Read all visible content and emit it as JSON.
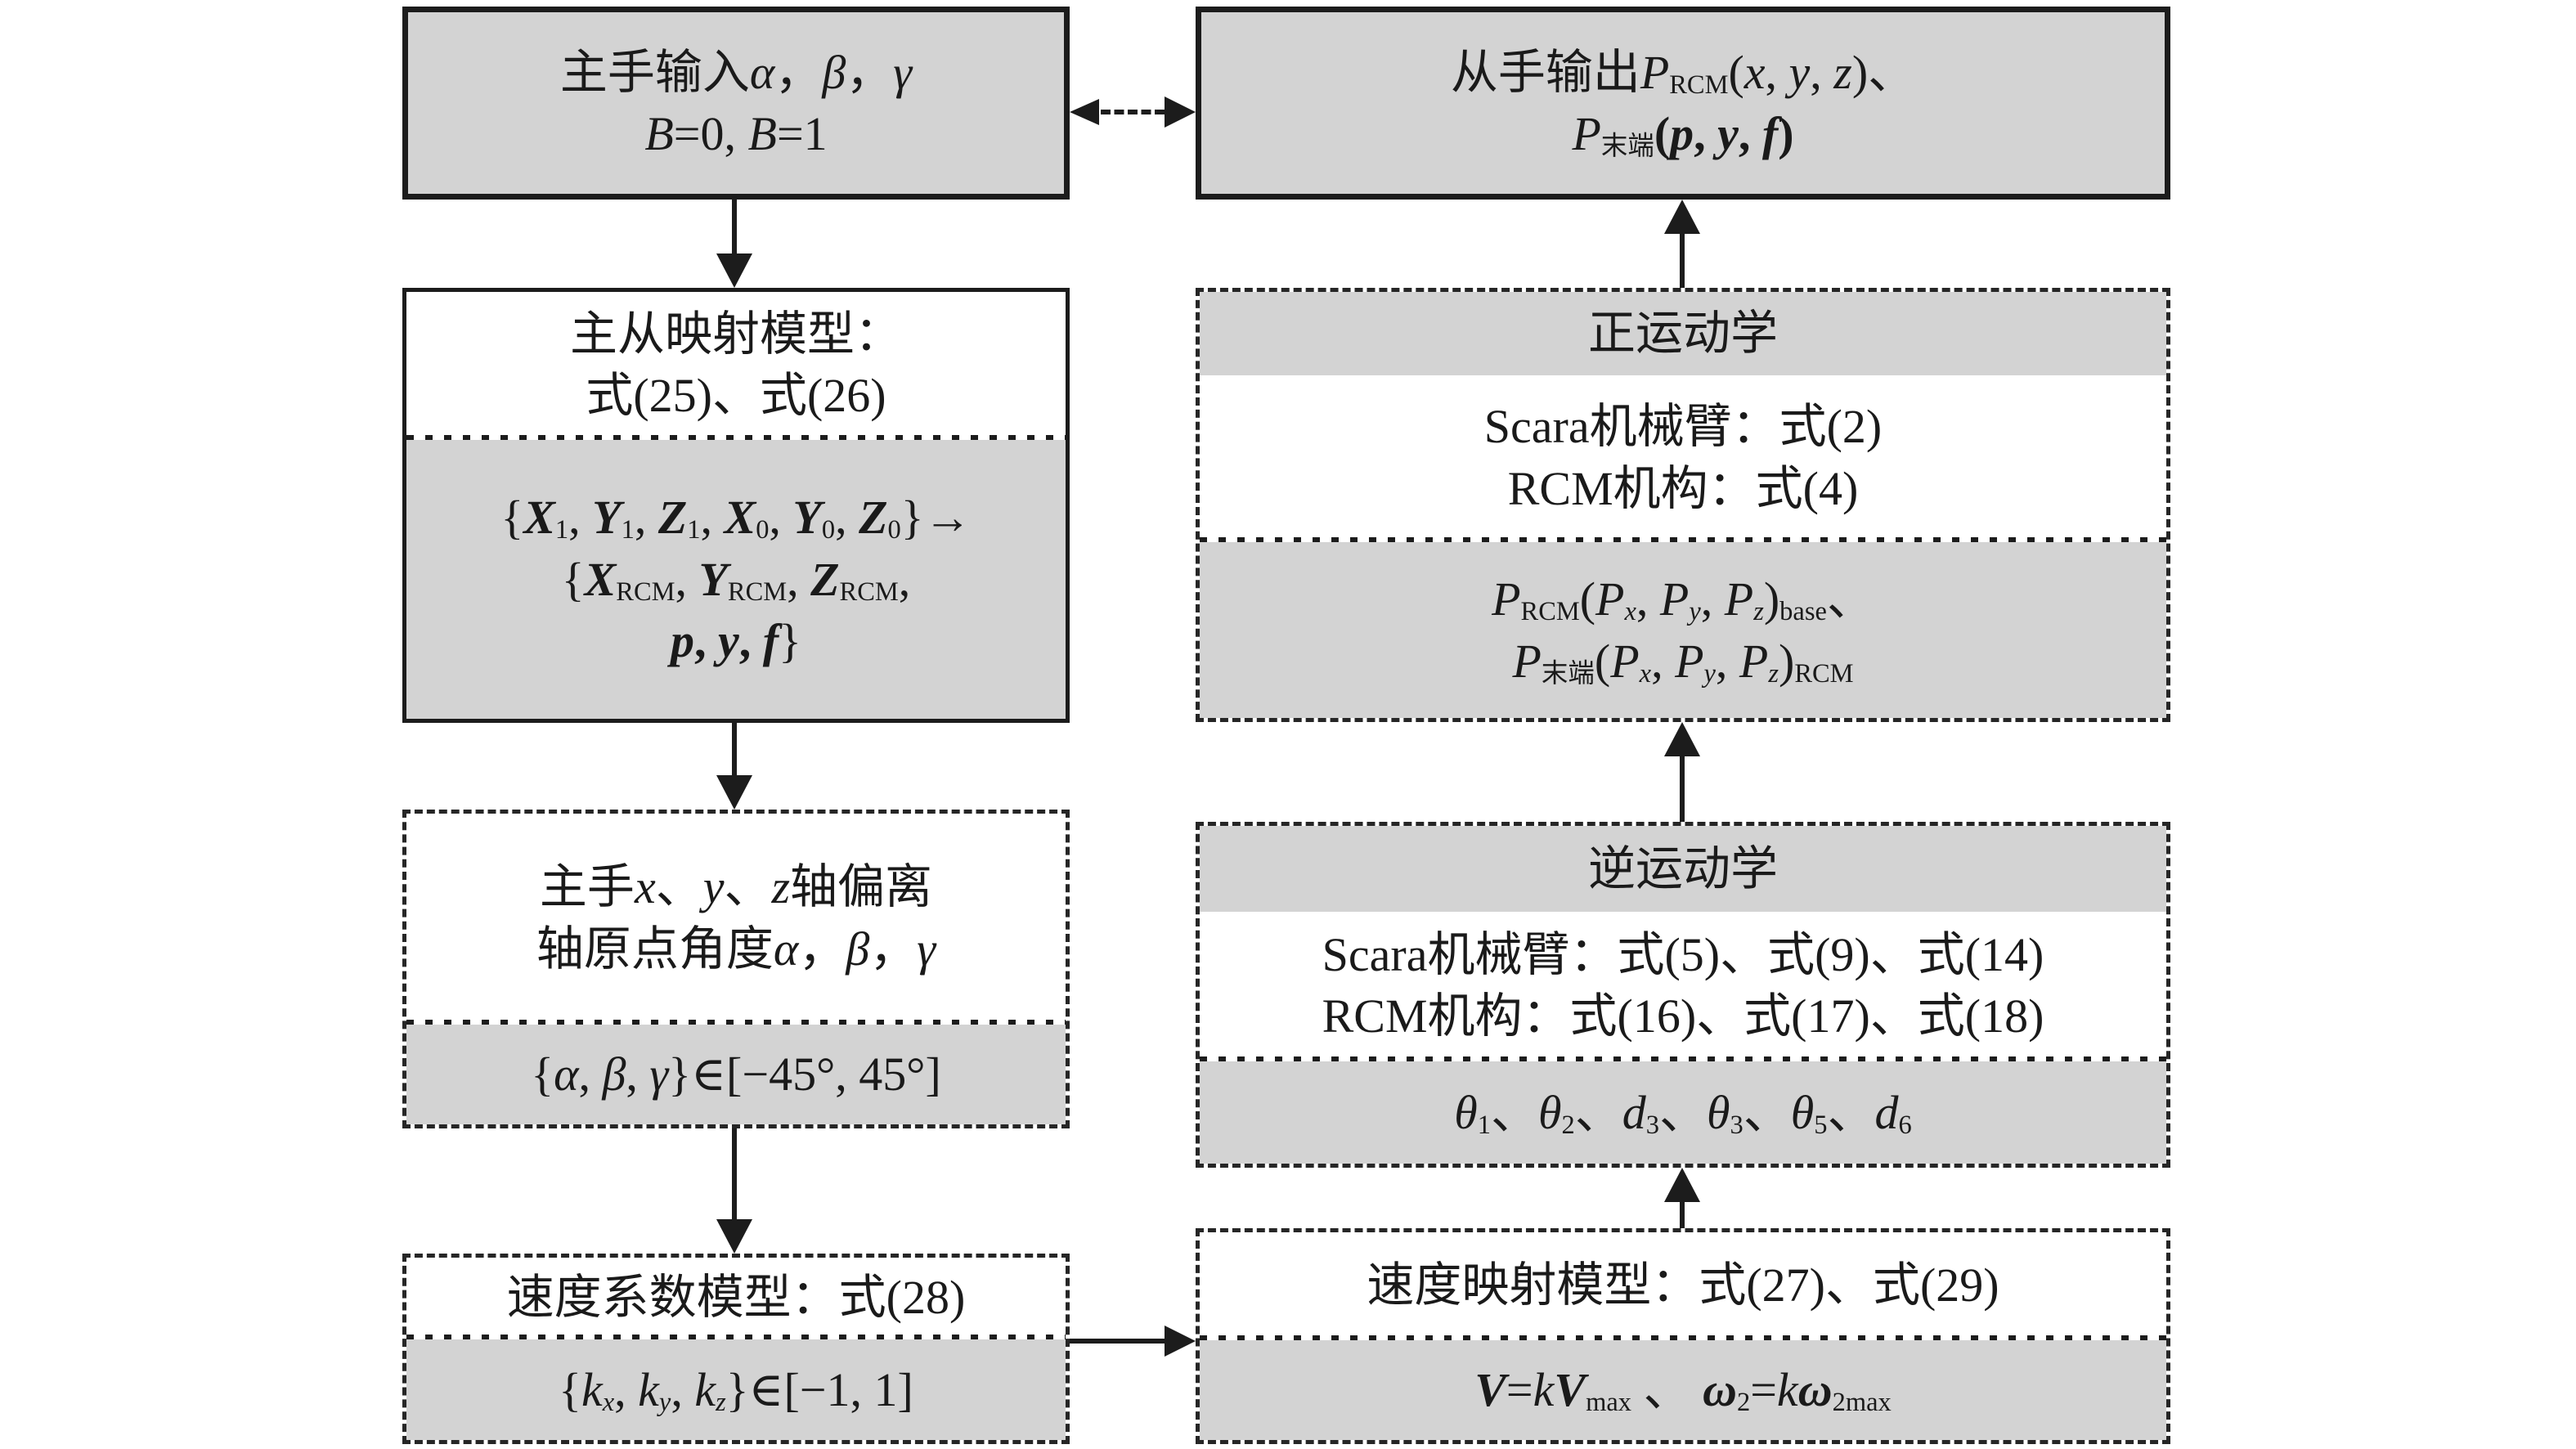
{
  "colors": {
    "background": "#ffffff",
    "box_fill": "#d3d3d3",
    "line": "#1c1c1c",
    "text": "#1a1a1a"
  },
  "boxes": {
    "master_input": {
      "lines": [
        [
          {
            "t": "主手输入"
          },
          {
            "t": "α",
            "f": "i"
          },
          {
            "t": "，"
          },
          {
            "t": "β",
            "f": "i"
          },
          {
            "t": "，"
          },
          {
            "t": "γ",
            "f": "i"
          }
        ],
        [
          {
            "t": "B",
            "f": "i"
          },
          {
            "t": "=0, "
          },
          {
            "t": "B",
            "f": "i"
          },
          {
            "t": "=1"
          }
        ]
      ]
    },
    "slave_output": {
      "lines": [
        [
          {
            "t": "从手输出"
          },
          {
            "t": "P",
            "f": "i"
          },
          {
            "t": "RCM",
            "f": "s"
          },
          {
            "t": "("
          },
          {
            "t": "x",
            "f": "i"
          },
          {
            "t": ", "
          },
          {
            "t": "y",
            "f": "i"
          },
          {
            "t": ", "
          },
          {
            "t": "z",
            "f": "i"
          },
          {
            "t": ")、"
          }
        ],
        [
          {
            "t": "P",
            "f": "i"
          },
          {
            "t": "末端",
            "f": "s"
          },
          {
            "t": "(",
            "f": "b"
          },
          {
            "t": "p",
            "f": "bi"
          },
          {
            "t": ", ",
            "f": "b"
          },
          {
            "t": "y",
            "f": "bi"
          },
          {
            "t": ", ",
            "f": "b"
          },
          {
            "t": "f",
            "f": "bi"
          },
          {
            "t": ")",
            "f": "b"
          }
        ]
      ]
    },
    "mapping_model": {
      "white": [
        [
          {
            "t": "主从映射模型："
          }
        ],
        [
          {
            "t": "式(25)、式(26)"
          }
        ]
      ],
      "gray": [
        [
          {
            "t": "{"
          },
          {
            "t": "X",
            "f": "bi"
          },
          {
            "t": "1",
            "f": "s"
          },
          {
            "t": ", "
          },
          {
            "t": "Y",
            "f": "bi"
          },
          {
            "t": "1",
            "f": "s"
          },
          {
            "t": ", "
          },
          {
            "t": "Z",
            "f": "bi"
          },
          {
            "t": "1",
            "f": "s"
          },
          {
            "t": ", "
          },
          {
            "t": "X",
            "f": "bi"
          },
          {
            "t": "0",
            "f": "s"
          },
          {
            "t": ", "
          },
          {
            "t": "Y",
            "f": "bi"
          },
          {
            "t": "0",
            "f": "s"
          },
          {
            "t": ", "
          },
          {
            "t": "Z",
            "f": "bi"
          },
          {
            "t": "0",
            "f": "s"
          },
          {
            "t": "}→"
          }
        ],
        [
          {
            "t": "{"
          },
          {
            "t": "X",
            "f": "bi"
          },
          {
            "t": "RCM",
            "f": "s"
          },
          {
            "t": ", "
          },
          {
            "t": "Y",
            "f": "bi"
          },
          {
            "t": "RCM",
            "f": "s"
          },
          {
            "t": ", "
          },
          {
            "t": "Z",
            "f": "bi"
          },
          {
            "t": "RCM",
            "f": "s"
          },
          {
            "t": ","
          }
        ],
        [
          {
            "t": "p",
            "f": "bi"
          },
          {
            "t": ", ",
            "f": "b"
          },
          {
            "t": "y",
            "f": "bi"
          },
          {
            "t": ", ",
            "f": "b"
          },
          {
            "t": "f",
            "f": "bi"
          },
          {
            "t": "}"
          }
        ]
      ]
    },
    "axis_deviation": {
      "white": [
        [
          {
            "t": "主手"
          },
          {
            "t": "x",
            "f": "i"
          },
          {
            "t": "、"
          },
          {
            "t": "y",
            "f": "i"
          },
          {
            "t": "、"
          },
          {
            "t": "z",
            "f": "i"
          },
          {
            "t": "轴偏离"
          }
        ],
        [
          {
            "t": "轴原点角度"
          },
          {
            "t": "α",
            "f": "i"
          },
          {
            "t": "，"
          },
          {
            "t": "β",
            "f": "i"
          },
          {
            "t": "，"
          },
          {
            "t": "γ",
            "f": "i"
          }
        ]
      ],
      "gray": [
        [
          {
            "t": "{"
          },
          {
            "t": "α",
            "f": "i"
          },
          {
            "t": ", "
          },
          {
            "t": "β",
            "f": "i"
          },
          {
            "t": ", "
          },
          {
            "t": "γ",
            "f": "i"
          },
          {
            "t": "}∈[−45°, 45°]"
          }
        ]
      ]
    },
    "velocity_coeff": {
      "white": [
        [
          {
            "t": "速度系数模型：式(28)"
          }
        ]
      ],
      "gray": [
        [
          {
            "t": "{"
          },
          {
            "t": "k",
            "f": "i"
          },
          {
            "t": "x",
            "f": "si"
          },
          {
            "t": ", "
          },
          {
            "t": "k",
            "f": "i"
          },
          {
            "t": "y",
            "f": "si"
          },
          {
            "t": ", "
          },
          {
            "t": "k",
            "f": "i"
          },
          {
            "t": "z",
            "f": "si"
          },
          {
            "t": "}∈[−1, 1]"
          }
        ]
      ]
    },
    "forward_kin": {
      "header": "正运动学",
      "white": [
        [
          {
            "t": "Scara机械臂：式(2)"
          }
        ],
        [
          {
            "t": "RCM机构：式(4)"
          }
        ]
      ],
      "gray": [
        [
          {
            "t": "P",
            "f": "i"
          },
          {
            "t": "RCM",
            "f": "s"
          },
          {
            "t": "("
          },
          {
            "t": "P",
            "f": "i"
          },
          {
            "t": "x",
            "f": "si"
          },
          {
            "t": ", "
          },
          {
            "t": "P",
            "f": "i"
          },
          {
            "t": "y",
            "f": "si"
          },
          {
            "t": ", "
          },
          {
            "t": "P",
            "f": "i"
          },
          {
            "t": "z",
            "f": "si"
          },
          {
            "t": ")"
          },
          {
            "t": "base",
            "f": "s"
          },
          {
            "t": "、"
          }
        ],
        [
          {
            "t": "P",
            "f": "i"
          },
          {
            "t": "末端",
            "f": "s"
          },
          {
            "t": "("
          },
          {
            "t": "P",
            "f": "i"
          },
          {
            "t": "x",
            "f": "si"
          },
          {
            "t": ", "
          },
          {
            "t": "P",
            "f": "i"
          },
          {
            "t": "y",
            "f": "si"
          },
          {
            "t": ", "
          },
          {
            "t": "P",
            "f": "i"
          },
          {
            "t": "z",
            "f": "si"
          },
          {
            "t": ")"
          },
          {
            "t": "RCM",
            "f": "s"
          }
        ]
      ]
    },
    "inverse_kin": {
      "header": "逆运动学",
      "white": [
        [
          {
            "t": "Scara机械臂：式(5)、式(9)、式(14)"
          }
        ],
        [
          {
            "t": "RCM机构：式(16)、式(17)、式(18)"
          }
        ]
      ],
      "gray": [
        [
          {
            "t": "θ",
            "f": "i"
          },
          {
            "t": "1",
            "f": "s"
          },
          {
            "t": "、"
          },
          {
            "t": "θ",
            "f": "i"
          },
          {
            "t": "2",
            "f": "s"
          },
          {
            "t": "、"
          },
          {
            "t": "d",
            "f": "i"
          },
          {
            "t": "3",
            "f": "s"
          },
          {
            "t": "、"
          },
          {
            "t": "θ",
            "f": "i"
          },
          {
            "t": "3",
            "f": "s"
          },
          {
            "t": "、"
          },
          {
            "t": "θ",
            "f": "i"
          },
          {
            "t": "5",
            "f": "s"
          },
          {
            "t": "、"
          },
          {
            "t": "d",
            "f": "i"
          },
          {
            "t": "6",
            "f": "s"
          }
        ]
      ]
    },
    "velocity_map": {
      "white": [
        [
          {
            "t": "速度映射模型：式(27)、式(29)"
          }
        ]
      ],
      "gray": [
        [
          {
            "t": "V",
            "f": "bi"
          },
          {
            "t": "="
          },
          {
            "t": "k",
            "f": "i"
          },
          {
            "t": "V",
            "f": "bi"
          },
          {
            "t": "max",
            "f": "s"
          },
          {
            "t": " 、 "
          },
          {
            "t": "ω",
            "f": "bi"
          },
          {
            "t": "2",
            "f": "s"
          },
          {
            "t": "="
          },
          {
            "t": "k",
            "f": "i"
          },
          {
            "t": "ω",
            "f": "bi"
          },
          {
            "t": "2max",
            "f": "s"
          }
        ]
      ]
    }
  }
}
